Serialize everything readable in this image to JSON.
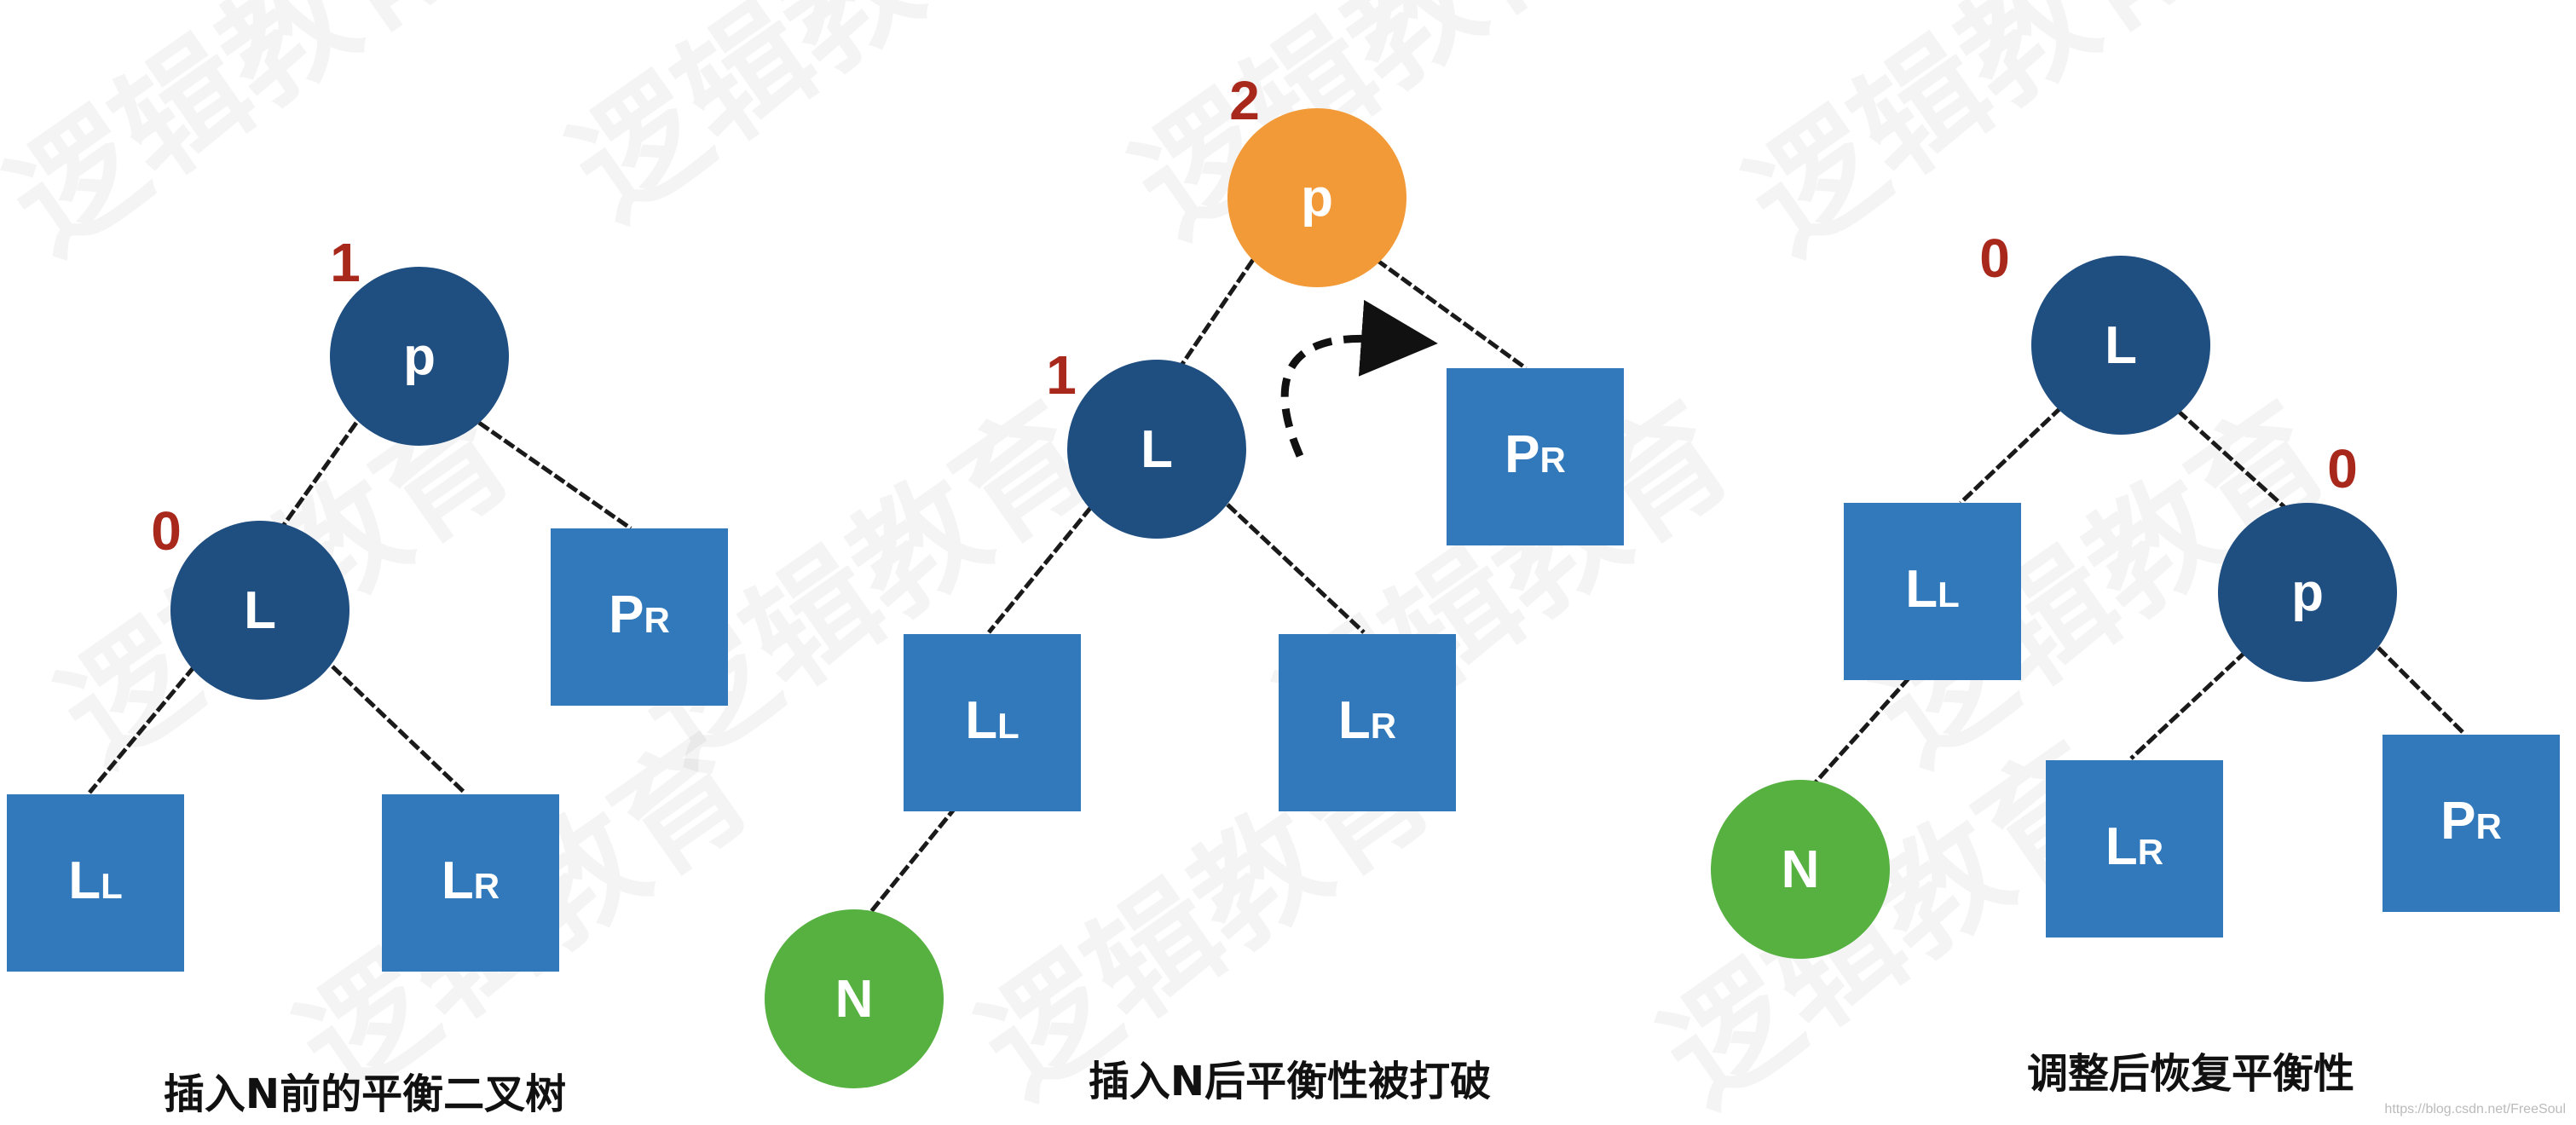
{
  "watermark": {
    "text": "逻辑教育"
  },
  "credit": "https://blog.csdn.net/FreeSoul",
  "colors": {
    "dark_node": "#1f4e80",
    "orange_node": "#f39a38",
    "green_node": "#56b141",
    "square": "#3279bb",
    "balance_factor": "#a8281c"
  },
  "panels": [
    {
      "caption": "插入N前的平衡二叉树",
      "nodes": [
        {
          "label": "p",
          "sub": "",
          "balance": "1"
        },
        {
          "label": "L",
          "sub": "",
          "balance": "0"
        },
        {
          "label": "P",
          "sub": "R",
          "balance": ""
        },
        {
          "label": "L",
          "sub": "L",
          "balance": ""
        },
        {
          "label": "L",
          "sub": "R",
          "balance": ""
        }
      ]
    },
    {
      "caption": "插入N后平衡性被打破",
      "nodes": [
        {
          "label": "p",
          "sub": "",
          "balance": "2"
        },
        {
          "label": "L",
          "sub": "",
          "balance": "1"
        },
        {
          "label": "P",
          "sub": "R",
          "balance": ""
        },
        {
          "label": "L",
          "sub": "L",
          "balance": ""
        },
        {
          "label": "L",
          "sub": "R",
          "balance": ""
        },
        {
          "label": "N",
          "sub": "",
          "balance": ""
        }
      ]
    },
    {
      "caption": "调整后恢复平衡性",
      "nodes": [
        {
          "label": "L",
          "sub": "",
          "balance": "0"
        },
        {
          "label": "L",
          "sub": "L",
          "balance": ""
        },
        {
          "label": "p",
          "sub": "",
          "balance": "0"
        },
        {
          "label": "N",
          "sub": "",
          "balance": ""
        },
        {
          "label": "L",
          "sub": "R",
          "balance": ""
        },
        {
          "label": "P",
          "sub": "R",
          "balance": ""
        }
      ]
    }
  ]
}
